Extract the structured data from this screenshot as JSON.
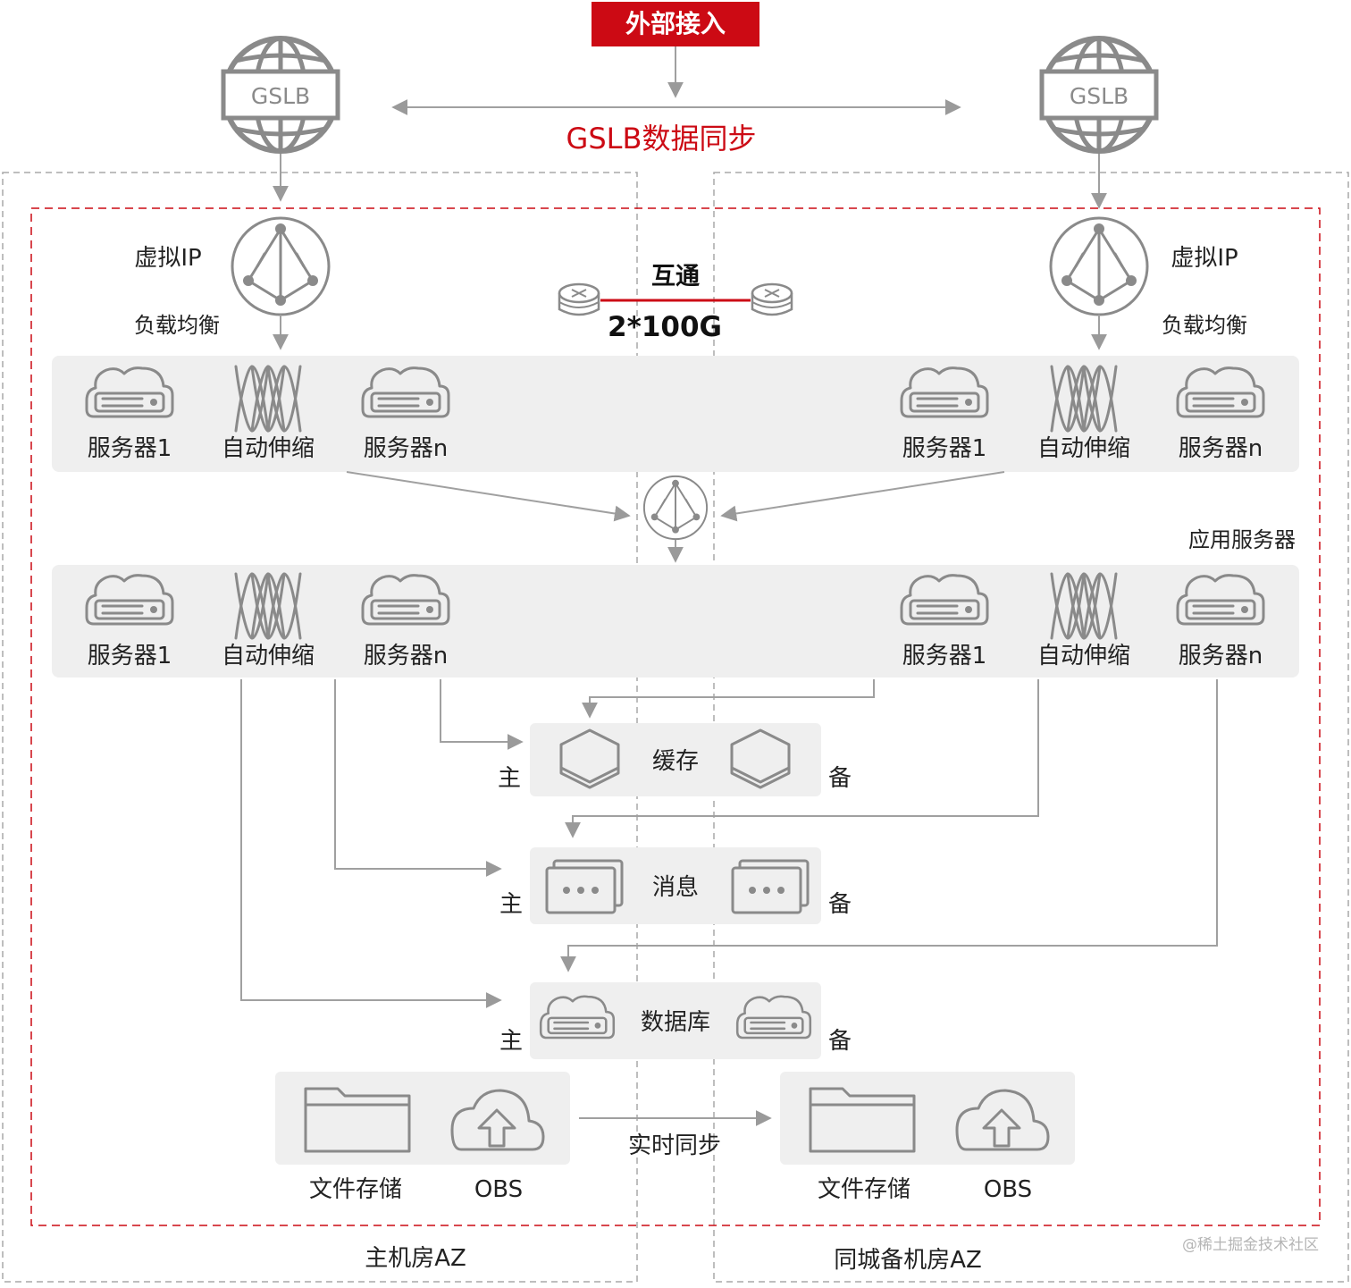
{
  "top": {
    "external_access": "外部接入",
    "gslb_sync": "GSLB数据同步",
    "gslb_left": "GSLB",
    "gslb_right": "GSLB"
  },
  "lb": {
    "vip_left": "虚拟IP",
    "lb_left": "负载均衡",
    "vip_right": "虚拟IP",
    "lb_right": "负载均衡"
  },
  "interconnect": {
    "title": "互通",
    "bandwidth": "2*100G"
  },
  "app_tier": {
    "label": "应用服务器",
    "items": [
      "服务器1",
      "自动伸缩",
      "服务器n"
    ]
  },
  "data_tier": {
    "cache": "缓存",
    "message": "消息",
    "database": "数据库",
    "primary": "主",
    "standby": "备"
  },
  "storage": {
    "file": "文件存储",
    "obs": "OBS",
    "sync": "实时同步"
  },
  "zones": {
    "main": "主机房AZ",
    "backup": "同城备机房AZ"
  },
  "watermark": "@稀土掘金技术社区",
  "colors": {
    "accent_red": "#cc0a14",
    "icon_gray": "#8a8a8a",
    "panel_gray": "#efefef",
    "dashed_gray": "#a8a8a8"
  }
}
